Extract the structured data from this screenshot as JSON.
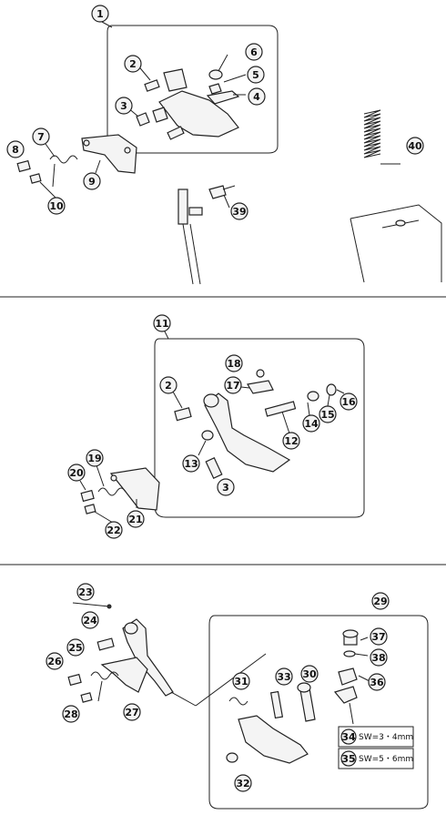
{
  "callouts": {
    "c1": "1",
    "c2": "2",
    "c3": "3",
    "c4": "4",
    "c5": "5",
    "c6": "6",
    "c7": "7",
    "c8": "8",
    "c9": "9",
    "c10": "10",
    "c11": "11",
    "c2b": "2",
    "c3b": "3",
    "c12": "12",
    "c13": "13",
    "c14": "14",
    "c15": "15",
    "c16": "16",
    "c17": "17",
    "c18": "18",
    "c19": "19",
    "c20": "20",
    "c21": "21",
    "c22": "22",
    "c23": "23",
    "c24": "24",
    "c25": "25",
    "c26": "26",
    "c27": "27",
    "c28": "28",
    "c29": "29",
    "c30": "30",
    "c31": "31",
    "c32": "32",
    "c33": "33",
    "c34": "34",
    "c35": "35",
    "c36": "36",
    "c37": "37",
    "c38": "38",
    "c39": "39",
    "c40": "40"
  },
  "sw_labels": {
    "sw34": "SW=3・4mm",
    "sw35": "SW=5・6mm"
  }
}
